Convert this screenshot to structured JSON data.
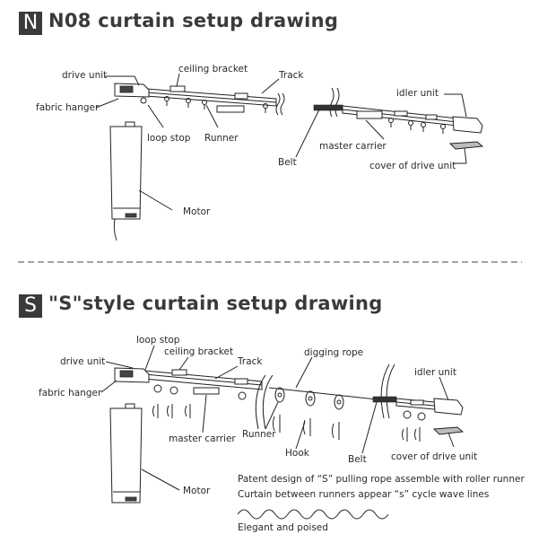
{
  "sections": {
    "n08": {
      "badge": "N",
      "title": "N08 curtain setup drawing",
      "labels": {
        "drive_unit": "drive unit",
        "ceiling_bracket": "ceiling bracket",
        "track": "Track",
        "fabric_hanger": "fabric hanger",
        "loop_stop": "loop stop",
        "runner": "Runner",
        "idler_unit": "idler unit",
        "master_carrier": "master carrier",
        "belt": "Belt",
        "cover_of_drive_unit": "cover of drive unit",
        "motor": "Motor"
      }
    },
    "s_style": {
      "badge": "S",
      "title": "\"S\"style curtain setup drawing",
      "labels": {
        "loop_stop": "loop stop",
        "ceiling_bracket": "ceiling bracket",
        "drive_unit": "drive unit",
        "track": "Track",
        "digging_rope": "digging rope",
        "idler_unit": "idler unit",
        "fabric_hanger": "fabric hanger",
        "master_carrier": "master carrier",
        "runner": "Runner",
        "hook": "Hook",
        "belt": "Belt",
        "cover_of_drive_unit": "cover of drive unit",
        "motor": "Motor"
      },
      "notes": {
        "line1": "Patent design of  “S”  pulling rope assemble with roller runner",
        "line2": "Curtain between runners appear  “s”  cycle wave lines",
        "line3": "Elegant and poised"
      }
    }
  }
}
